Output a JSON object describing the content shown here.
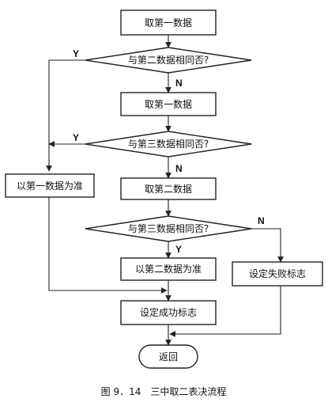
{
  "nodes": {
    "n1": "取第一数据",
    "d1": "与第二数据相同否?",
    "n2": "取第一数据",
    "d2": "与第三数据相同否?",
    "left": "以第一数据为准",
    "n3": "取第二数据",
    "d3": "与第三数据相同否?",
    "n4": "以第二数据为准",
    "fail": "设定失败标志",
    "ok": "设定成功标志",
    "end": "返回"
  },
  "labels": {
    "y1": "Y",
    "n1": "N",
    "y2": "Y",
    "n2": "N",
    "y3": "Y",
    "n3": "N"
  },
  "caption": "图 9．14　三中取二表决流程"
}
